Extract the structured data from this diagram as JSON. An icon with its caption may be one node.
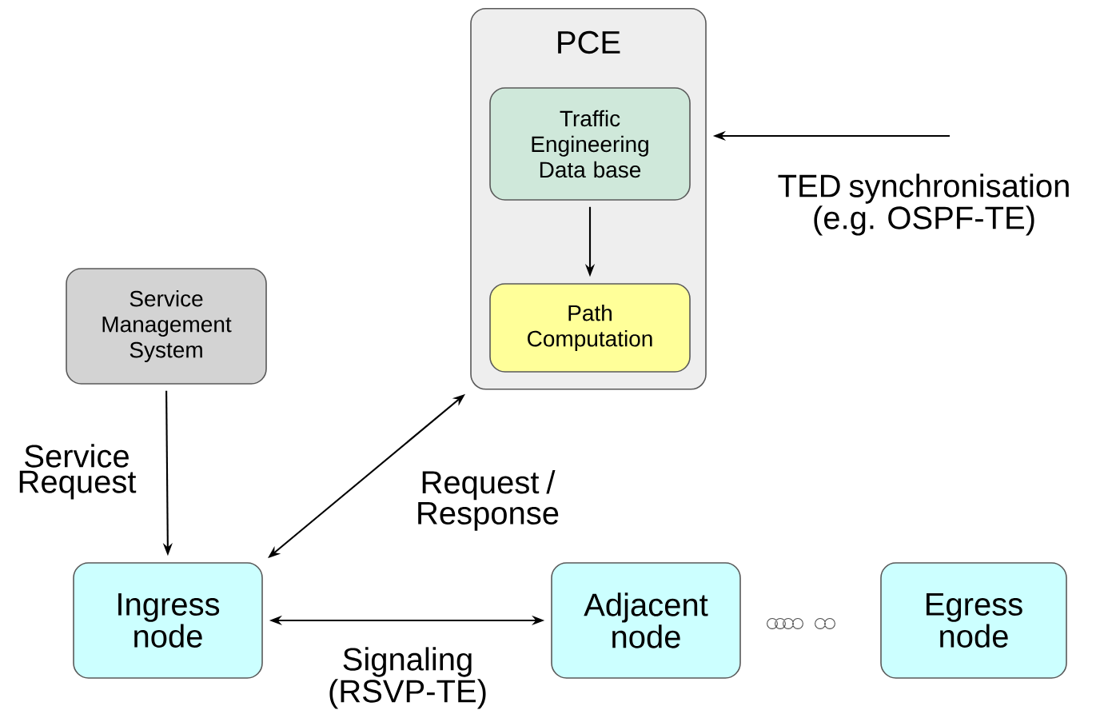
{
  "diagram": {
    "nodes": [
      {
        "text": [
          "PCE"
        ]
      },
      {
        "text": [
          "Traffic Engineering Data base"
        ],
        "in": 0
      },
      {
        "text": [
          "Path Computation"
        ],
        "in": 0
      },
      {
        "text": [
          "Service Management System"
        ]
      },
      {
        "text": [
          "Ingress node"
        ]
      },
      {
        "text": [
          "Adjacent node"
        ]
      },
      {
        "text": [
          "Egress node"
        ]
      }
    ],
    "edges": [
      {
        "from": 1,
        "to": 2,
        "arrow": "to"
      },
      {
        "from": 3,
        "to": 4,
        "arrow": "to",
        "label": "Service Request"
      },
      {
        "from": 4,
        "to": 0,
        "arrow": "both",
        "label": "Request / Response"
      },
      {
        "from": 4,
        "to": 5,
        "arrow": "both",
        "label": "Signaling (RSVP-TE)"
      },
      {
        "from": null,
        "to": 0,
        "arrow": "to",
        "label": "TED synchronisation (e.g. OSPF-TE)"
      }
    ]
  }
}
